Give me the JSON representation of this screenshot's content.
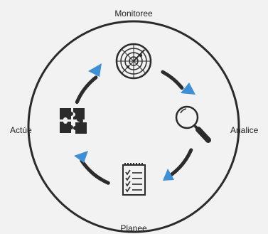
{
  "diagram": {
    "steps": {
      "top": "Monitoree",
      "right": "Analice",
      "bottom": "Planee",
      "left": "Actúe"
    },
    "icons": {
      "top": "radar-icon",
      "right": "magnifier-icon",
      "bottom": "checklist-icon",
      "left": "puzzle-icon"
    },
    "colors": {
      "background": "#f2f2f2",
      "ring": "#2b2b2b",
      "arrow_accent": "#3d8fd6",
      "text": "#222222"
    }
  }
}
